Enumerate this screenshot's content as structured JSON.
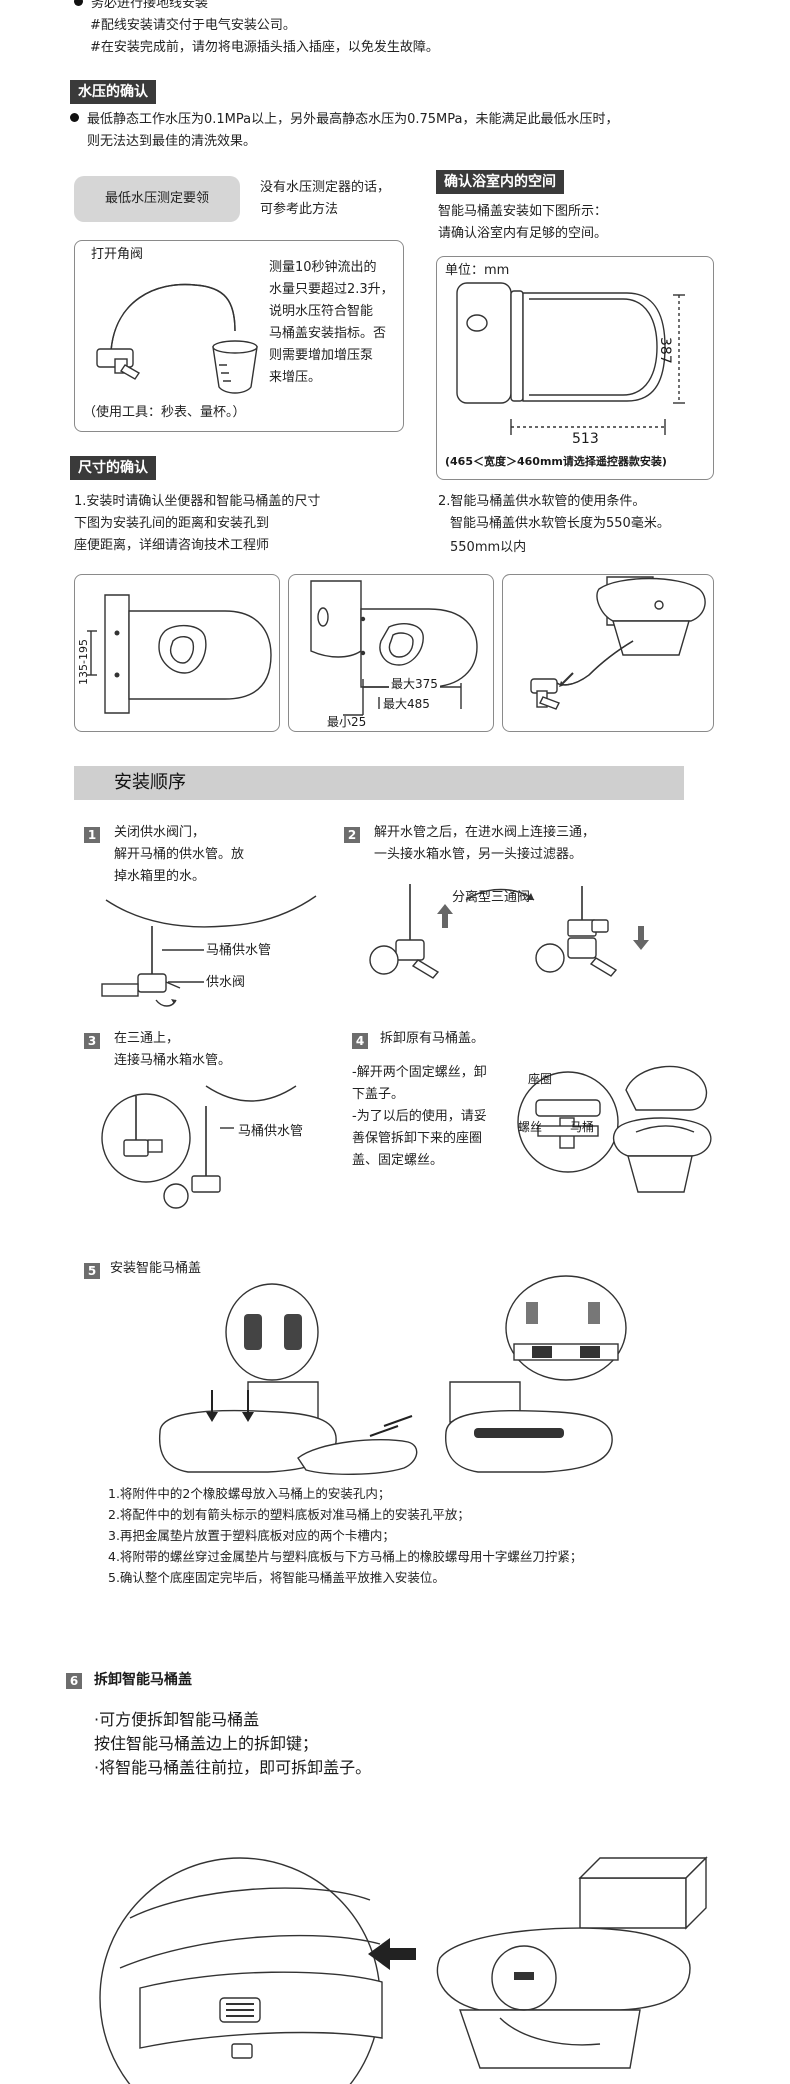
{
  "intro": {
    "bullet1": "务必进行接地线安装",
    "line2": "#配线安装请交付于电气安装公司。",
    "line3": "#在安装完成前，请勿将电源插头插入插座，以免发生故障。"
  },
  "water_pressure": {
    "header": "水压的确认",
    "desc_line1": "最低静态工作水压为0.1MPa以上，另外最高静态水压为0.75MPa，未能满足此最低水压时，",
    "desc_line2": "则无法达到最佳的清洗效果。",
    "tag": "最低水压测定要领",
    "side_note_line1": "没有水压测定器的话，",
    "side_note_line2": "可参考此方法",
    "box_title": "打开角阀",
    "box_text_lines": [
      "测量10秒钟流出的",
      "水量只要超过2.3升，",
      "说明水压符合智能",
      "马桶盖安装指标。否",
      "则需要增加增压泵",
      "来增压。"
    ],
    "box_tools": "（使用工具：秒表、量杯。）"
  },
  "bathroom_space": {
    "header": "确认浴室内的空间",
    "desc_line1": "智能马桶盖安装如下图所示：",
    "desc_line2": "请确认浴室内有足够的空间。",
    "unit_label": "单位：mm",
    "dim_height": "387",
    "dim_length": "513",
    "footnote": "(465＜宽度＞460mm请选择遥控器款安装)"
  },
  "size_check": {
    "header": "尺寸的确认",
    "left_lines": [
      "1.安装时请确认坐便器和智能马桶盖的尺寸",
      "下图为安装孔间的距离和安装孔到",
      "座便距离，详细请咨询技术工程师"
    ],
    "right_lines": [
      "2.智能马桶盖供水软管的使用条件。",
      "智能马桶盖供水软管长度为550毫米。",
      "550mm以内"
    ],
    "dim_hole": "135-195",
    "dim_max375": "最大375",
    "dim_max485": "最大485",
    "dim_min25": "最小25"
  },
  "install_order": {
    "header": "安装顺序",
    "step1": {
      "num": "1",
      "lines": [
        "关闭供水阀门，",
        "解开马桶的供水管。放",
        "掉水箱里的水。"
      ],
      "label_pipe": "马桶供水管",
      "label_valve": "供水阀"
    },
    "step2": {
      "num": "2",
      "lines": [
        "解开水管之后，在进水阀上连接三通，",
        "一头接水箱水管，另一头接过滤器。"
      ],
      "label_tee": "分离型三通阀"
    },
    "step3": {
      "num": "3",
      "lines": [
        "在三通上，",
        "连接马桶水箱水管。"
      ],
      "label_pipe": "马桶供水管"
    },
    "step4": {
      "num": "4",
      "title": "拆卸原有马桶盖。",
      "lines": [
        "-解开两个固定螺丝，卸",
        "下盖子。",
        "-为了以后的使用，请妥",
        "善保管拆卸下来的座圈",
        "盖、固定螺丝。"
      ],
      "label_seat": "座圈",
      "label_screw": "螺丝",
      "label_toilet": "马桶"
    },
    "step5": {
      "num": "5",
      "title": "安装智能马桶盖",
      "lines": [
        "1.将附件中的2个橡胶螺母放入马桶上的安装孔内；",
        "2.将配件中的划有箭头标示的塑料底板对准马桶上的安装孔平放；",
        "3.再把金属垫片放置于塑料底板对应的两个卡槽内；",
        "4.将附带的螺丝穿过金属垫片与塑料底板与下方马桶上的橡胶螺母用十字螺丝刀拧紧；",
        "5.确认整个底座固定完毕后，将智能马桶盖平放推入安装位。"
      ]
    },
    "step6": {
      "num": "6",
      "title": "拆卸智能马桶盖",
      "lines": [
        "·可方便拆卸智能马桶盖",
        "按住智能马桶盖边上的拆卸键；",
        "·将智能马桶盖往前拉，即可拆卸盖子。"
      ]
    }
  }
}
